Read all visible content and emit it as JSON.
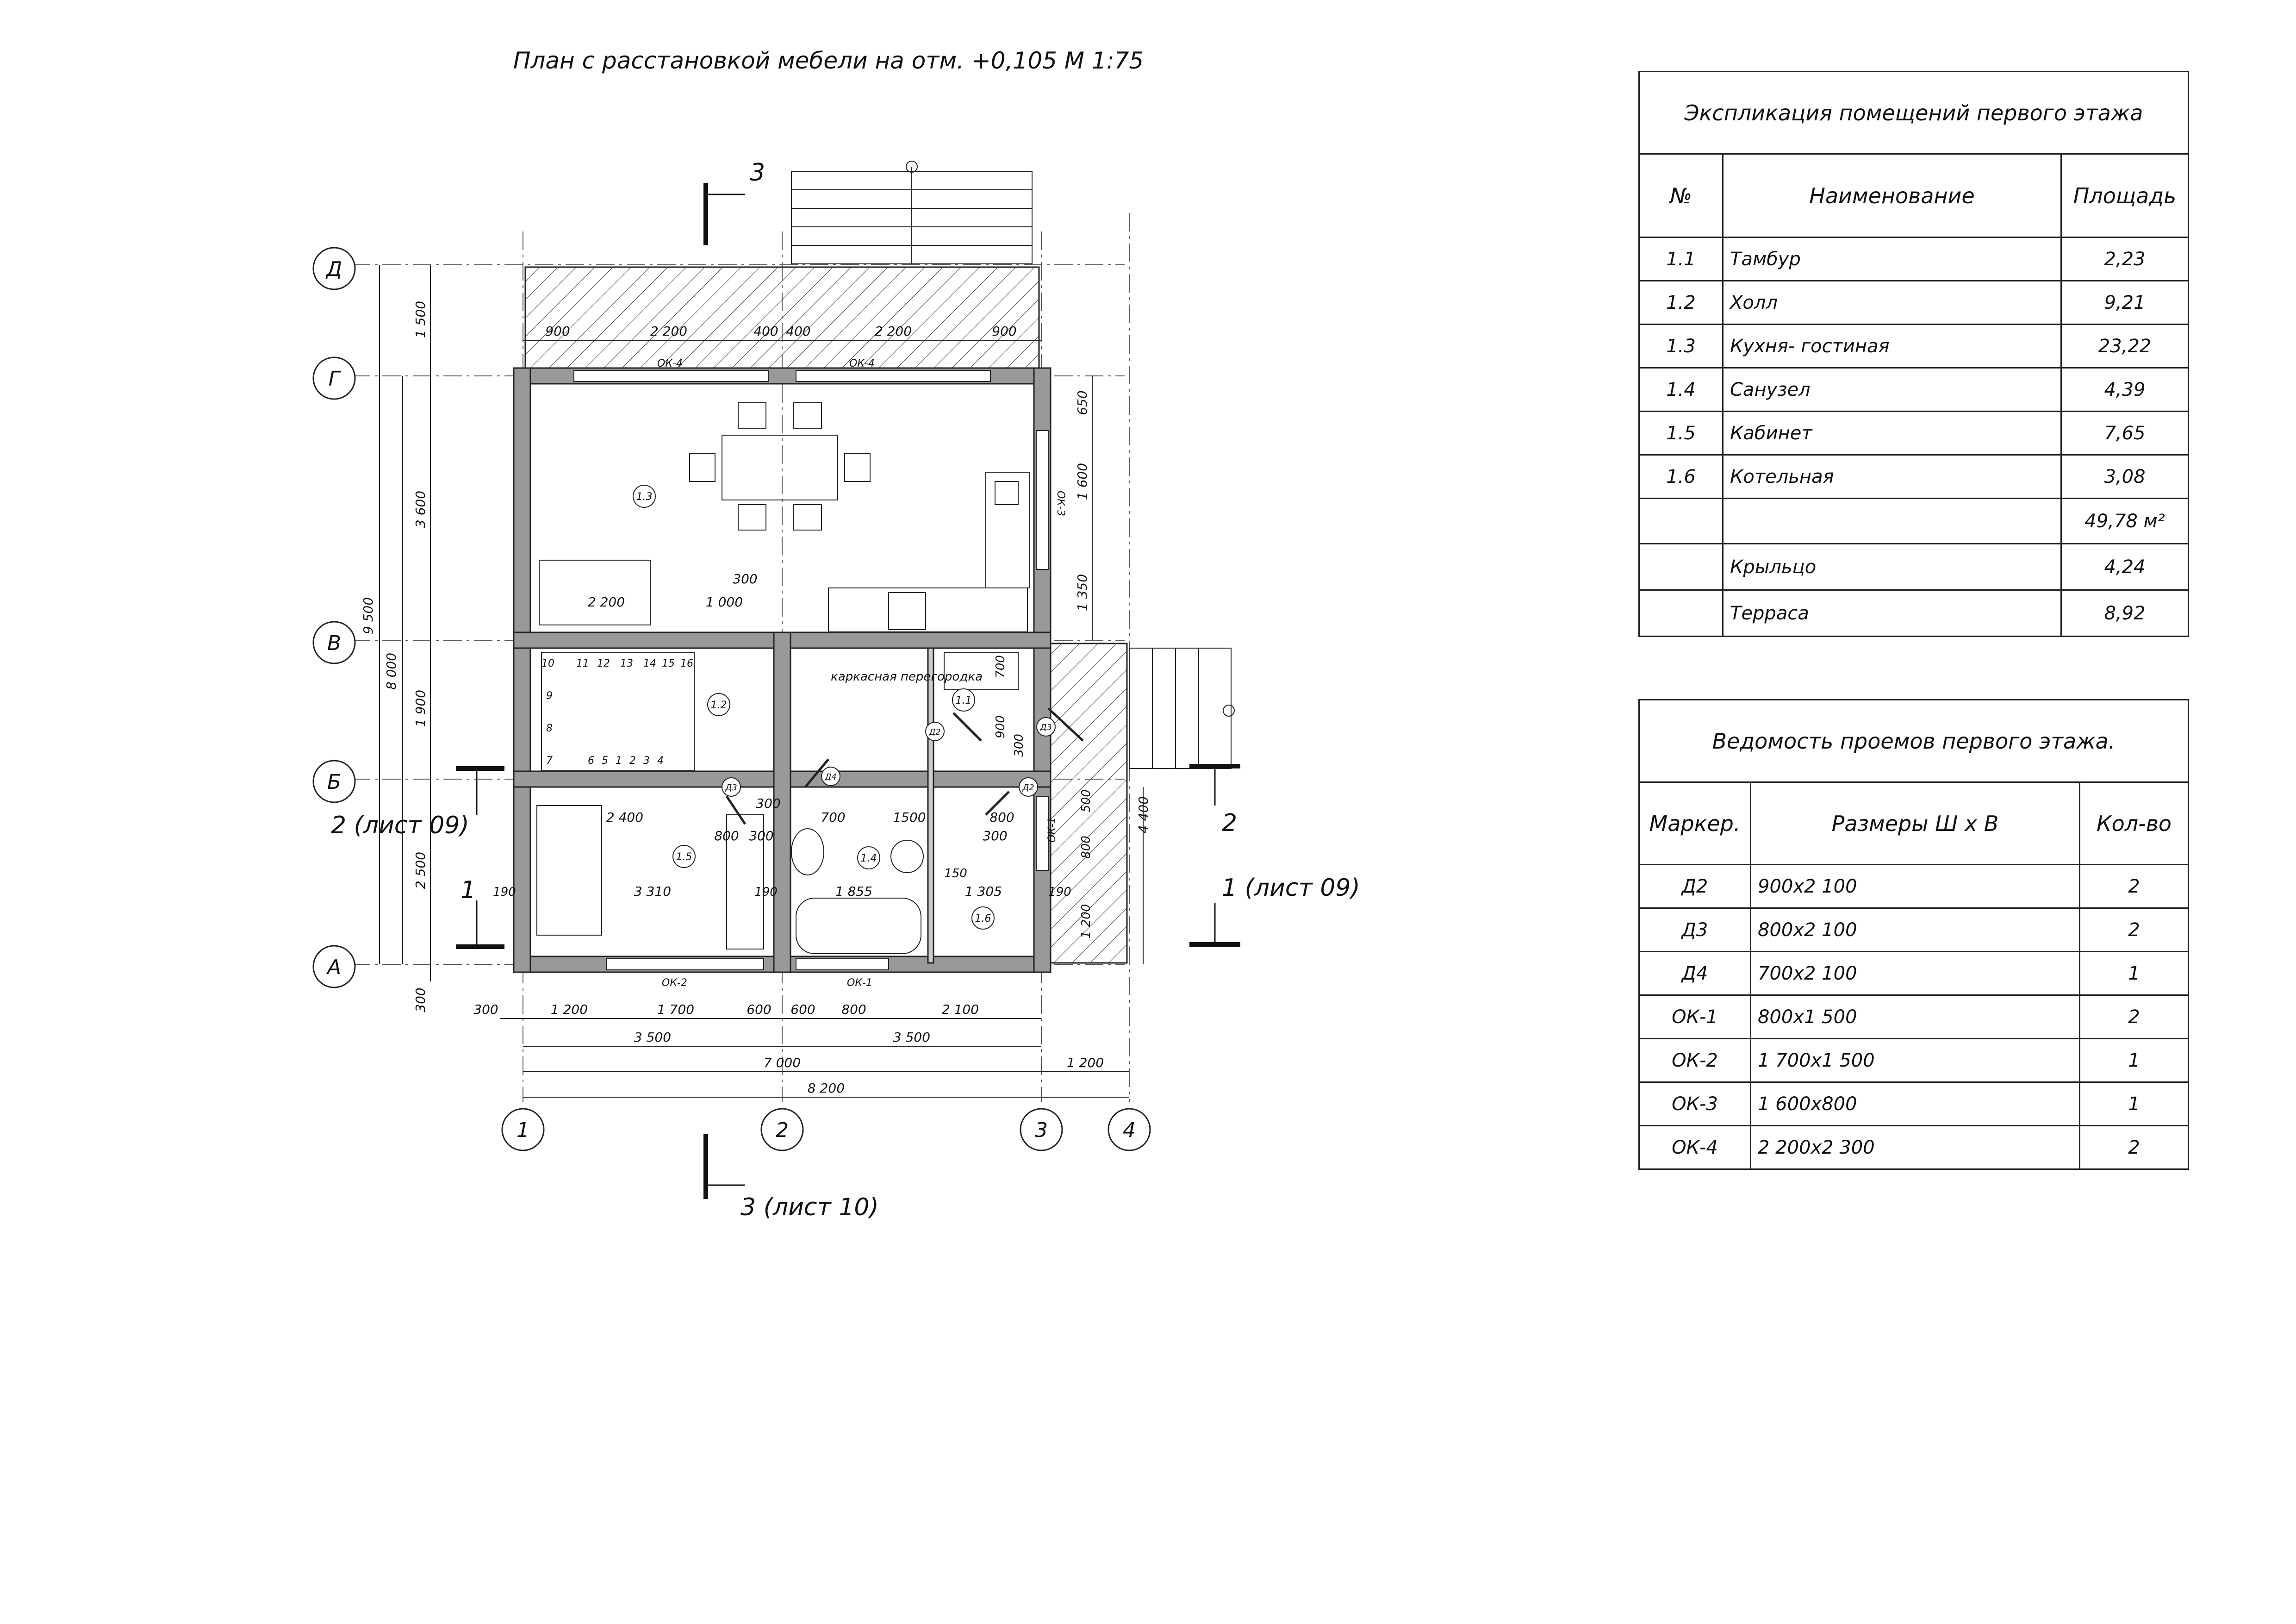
{
  "plan_title": "План с расстановкой мебели на отм. +0,105 М 1:75",
  "axes": {
    "rows": [
      "Д",
      "Г",
      "В",
      "Б",
      "А"
    ],
    "cols": [
      "1",
      "2",
      "3",
      "4"
    ]
  },
  "sections": {
    "top": "3",
    "bottom": "3 (лист 10)",
    "left": "2 (лист 09)",
    "left_num": "1",
    "right": "2",
    "right_note": "1 (лист 09)"
  },
  "dimensions": {
    "top": [
      "900",
      "2 200",
      "400",
      "400",
      "2 200",
      "900"
    ],
    "bottom_row1": [
      "300",
      "1 200",
      "1 700",
      "600",
      "600",
      "800",
      "2 100"
    ],
    "bottom_row2": [
      "3 500",
      "3 500"
    ],
    "bottom_row3": [
      "7 000",
      "1 200"
    ],
    "bottom_row4": "8 200",
    "left_outer": "9 500",
    "left_mid": "8 000",
    "left_inner": [
      "1 500",
      "3 600",
      "1 900",
      "2 500",
      "300"
    ],
    "right": [
      "650",
      "1 600",
      "1 350"
    ],
    "right2": [
      "700",
      "900",
      "300",
      "500",
      "800",
      "1 200",
      "4 400"
    ],
    "inner": [
      "300",
      "1 000",
      "2 200",
      "2 400",
      "800",
      "300",
      "300",
      "700",
      "1500",
      "800",
      "300",
      "190",
      "3 310",
      "190",
      "1 855",
      "150",
      "1 305",
      "190"
    ]
  },
  "openings_labels": [
    "ОК-4",
    "ОК-4",
    "ОК-3",
    "ОК-2",
    "ОК-1",
    "ОК-1"
  ],
  "room_markers": [
    "1.3",
    "1.2",
    "1.1",
    "1.5",
    "1.4",
    "1.6"
  ],
  "door_markers": [
    "Д2",
    "Д3",
    "Д4",
    "Д3",
    "Д2"
  ],
  "partition_note": "каркасная перегородка",
  "stair_numbers": [
    "1",
    "2",
    "3",
    "4",
    "5",
    "6",
    "7",
    "8",
    "9",
    "10",
    "11",
    "12",
    "13",
    "14",
    "15",
    "16"
  ],
  "explication": {
    "title": "Экспликация помещений первого этажа",
    "headers": [
      "№",
      "Наименование",
      "Площадь"
    ],
    "rows": [
      [
        "1.1",
        "Тамбур",
        "2,23"
      ],
      [
        "1.2",
        "Холл",
        "9,21"
      ],
      [
        "1.3",
        "Кухня- гостиная",
        "23,22"
      ],
      [
        "1.4",
        "Санузел",
        "4,39"
      ],
      [
        "1.5",
        "Кабинет",
        "7,65"
      ],
      [
        "1.6",
        "Котельная",
        "3,08"
      ]
    ],
    "total": "49,78 м²",
    "extra": [
      [
        "Крыльцо",
        "4,24"
      ],
      [
        "Терраса",
        "8,92"
      ]
    ]
  },
  "openings": {
    "title": "Ведомость проемов первого этажа.",
    "headers": [
      "Маркер.",
      "Размеры  Ш x В",
      "Кол-во"
    ],
    "rows": [
      [
        "Д2",
        "900x2 100",
        "2"
      ],
      [
        "Д3",
        "800x2 100",
        "2"
      ],
      [
        "Д4",
        "700x2 100",
        "1"
      ],
      [
        "ОК-1",
        "800x1 500",
        "2"
      ],
      [
        "ОК-2",
        "1 700x1 500",
        "1"
      ],
      [
        "ОК-3",
        "1 600x800",
        "1"
      ],
      [
        "ОК-4",
        "2 200x2 300",
        "2"
      ]
    ]
  }
}
